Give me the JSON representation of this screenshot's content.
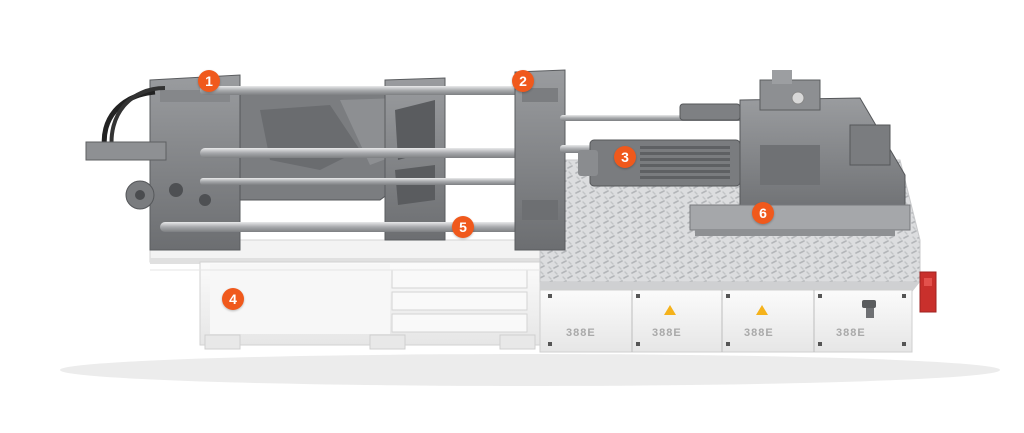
{
  "colors": {
    "marker": "#f0591c",
    "steel_dark": "#6f7174",
    "steel_mid": "#8c8e91",
    "steel_light": "#b7b9bc",
    "frame_white": "#f4f4f4",
    "tread_plate": "#d8d9da",
    "warning_yellow": "#f5b21b",
    "accent_red": "#c9302c"
  },
  "markers": [
    {
      "label": "1"
    },
    {
      "label": "2"
    },
    {
      "label": "3"
    },
    {
      "label": "4"
    },
    {
      "label": "5"
    },
    {
      "label": "6"
    }
  ],
  "cabinet": {
    "panels": [
      {
        "brand": "388E",
        "warning_icon": "none"
      },
      {
        "brand": "388E",
        "warning_icon": "warning-triangle-icon"
      },
      {
        "brand": "388E",
        "warning_icon": "warning-triangle-icon"
      },
      {
        "brand": "388E",
        "warning_icon": "knob-icon"
      }
    ]
  }
}
